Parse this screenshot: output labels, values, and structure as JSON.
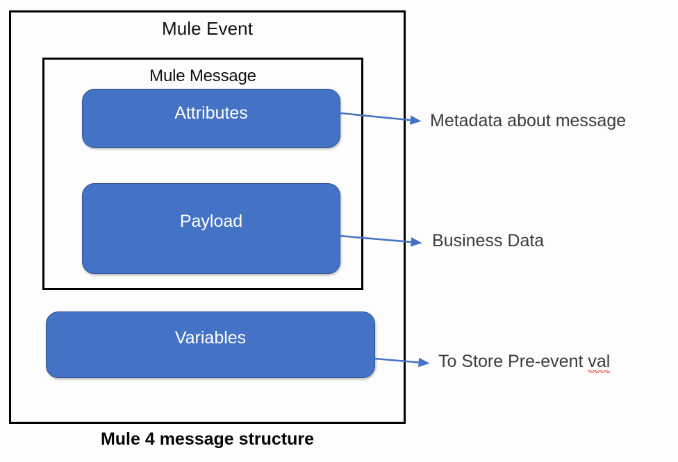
{
  "diagram": {
    "caption": "Mule 4 message structure",
    "outer_container": {
      "title": "Mule Event"
    },
    "inner_container": {
      "title": "Mule Message"
    },
    "boxes": [
      {
        "label": "Attributes",
        "container": "Mule Message"
      },
      {
        "label": "Payload",
        "container": "Mule Message"
      },
      {
        "label": "Variables",
        "container": "Mule Event"
      }
    ],
    "annotations": [
      {
        "text": "Metadata about message",
        "source": "Attributes"
      },
      {
        "text": "Business Data",
        "source": "Payload"
      },
      {
        "text_before": "To Store Pre-event ",
        "misspelled_word": "val",
        "source": "Variables"
      }
    ],
    "colors": {
      "box_fill": "#4472C4",
      "box_border": "#2E5496",
      "box_text": "#FFFFFF",
      "frame_border": "#000000",
      "arrow": "#4472C4",
      "annotation_text": "#3C3C3C",
      "spellcheck_underline": "#E8211A",
      "background": "#FDFDFD"
    },
    "icons": {
      "arrow": "arrow-right-icon"
    }
  }
}
